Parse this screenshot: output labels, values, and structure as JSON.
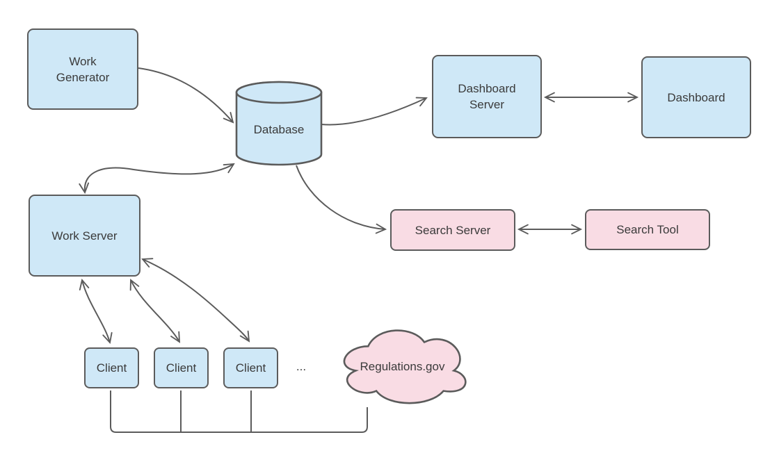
{
  "diagram": {
    "title": "",
    "nodes": {
      "work_generator": {
        "label": "Work Generator",
        "shape": "rectangle",
        "fill": "blue"
      },
      "database": {
        "label": "Database",
        "shape": "cylinder",
        "fill": "blue"
      },
      "dashboard_server": {
        "label": "Dashboard Server",
        "shape": "rectangle",
        "fill": "blue"
      },
      "dashboard": {
        "label": "Dashboard",
        "shape": "rectangle",
        "fill": "blue"
      },
      "search_server": {
        "label": "Search Server",
        "shape": "rectangle",
        "fill": "pink"
      },
      "search_tool": {
        "label": "Search Tool",
        "shape": "rectangle",
        "fill": "pink"
      },
      "work_server": {
        "label": "Work Server",
        "shape": "rectangle",
        "fill": "blue"
      },
      "client_1": {
        "label": "Client",
        "shape": "rectangle",
        "fill": "blue"
      },
      "client_2": {
        "label": "Client",
        "shape": "rectangle",
        "fill": "blue"
      },
      "client_3": {
        "label": "Client",
        "shape": "rectangle",
        "fill": "blue"
      },
      "ellipsis": {
        "label": "...",
        "shape": "text",
        "fill": "none"
      },
      "regulations_gov": {
        "label": "Regulations.gov",
        "shape": "cloud",
        "fill": "pink"
      }
    },
    "edges": [
      {
        "from": "work_generator",
        "to": "database",
        "bidirectional": false,
        "style": "curved-arrow"
      },
      {
        "from": "database",
        "to": "dashboard_server",
        "bidirectional": false,
        "style": "curved-arrow"
      },
      {
        "from": "dashboard_server",
        "to": "dashboard",
        "bidirectional": true,
        "style": "straight-arrow"
      },
      {
        "from": "database",
        "to": "search_server",
        "bidirectional": false,
        "style": "curved-arrow"
      },
      {
        "from": "search_server",
        "to": "search_tool",
        "bidirectional": true,
        "style": "straight-arrow"
      },
      {
        "from": "work_server",
        "to": "database",
        "bidirectional": true,
        "style": "curved-arrow"
      },
      {
        "from": "work_server",
        "to": "client_1",
        "bidirectional": true,
        "style": "curved-arrow"
      },
      {
        "from": "work_server",
        "to": "client_2",
        "bidirectional": true,
        "style": "curved-arrow"
      },
      {
        "from": "work_server",
        "to": "client_3",
        "bidirectional": true,
        "style": "curved-arrow"
      },
      {
        "from": "client_1",
        "to": "regulations_gov",
        "bidirectional": false,
        "style": "plain-line"
      },
      {
        "from": "client_2",
        "to": "regulations_gov",
        "bidirectional": false,
        "style": "plain-line"
      },
      {
        "from": "client_3",
        "to": "regulations_gov",
        "bidirectional": false,
        "style": "plain-line"
      }
    ],
    "colors": {
      "blue_fill": "#cfe8f7",
      "pink_fill": "#f9dce4",
      "stroke": "#5b5b5b",
      "text": "#3a3a3a",
      "background": "#ffffff"
    }
  }
}
